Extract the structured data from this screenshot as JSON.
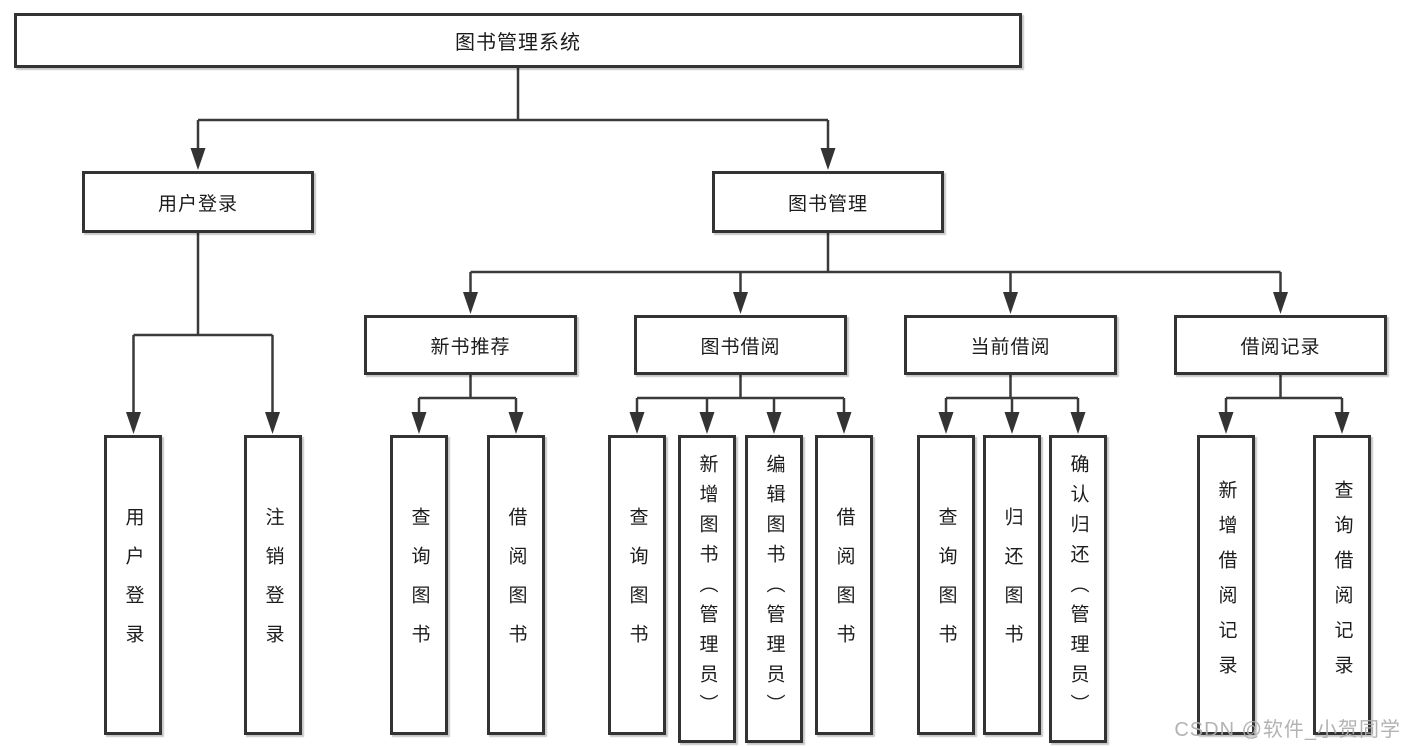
{
  "tree": {
    "root": {
      "label": "图书管理系统"
    },
    "branches": [
      {
        "label": "用户登录",
        "children": [
          {
            "label": "用户登录"
          },
          {
            "label": "注销登录"
          }
        ]
      },
      {
        "label": "图书管理",
        "children": [
          {
            "label": "新书推荐",
            "children": [
              {
                "label": "查询图书"
              },
              {
                "label": "借阅图书"
              }
            ]
          },
          {
            "label": "图书借阅",
            "children": [
              {
                "label": "查询图书"
              },
              {
                "label": "新增图书（管理员）"
              },
              {
                "label": "编辑图书（管理员）"
              },
              {
                "label": "借阅图书"
              }
            ]
          },
          {
            "label": "当前借阅",
            "children": [
              {
                "label": "查询图书"
              },
              {
                "label": "归还图书"
              },
              {
                "label": "确认归还（管理员）"
              }
            ]
          },
          {
            "label": "借阅记录",
            "children": [
              {
                "label": "新增借阅记录"
              },
              {
                "label": "查询借阅记录"
              }
            ]
          }
        ]
      }
    ]
  },
  "watermark": {
    "text": "CSDN @软件_小贺同学"
  },
  "colors": {
    "line": "#3a3a3a",
    "border": "#333333",
    "watermark": "#adadad"
  }
}
